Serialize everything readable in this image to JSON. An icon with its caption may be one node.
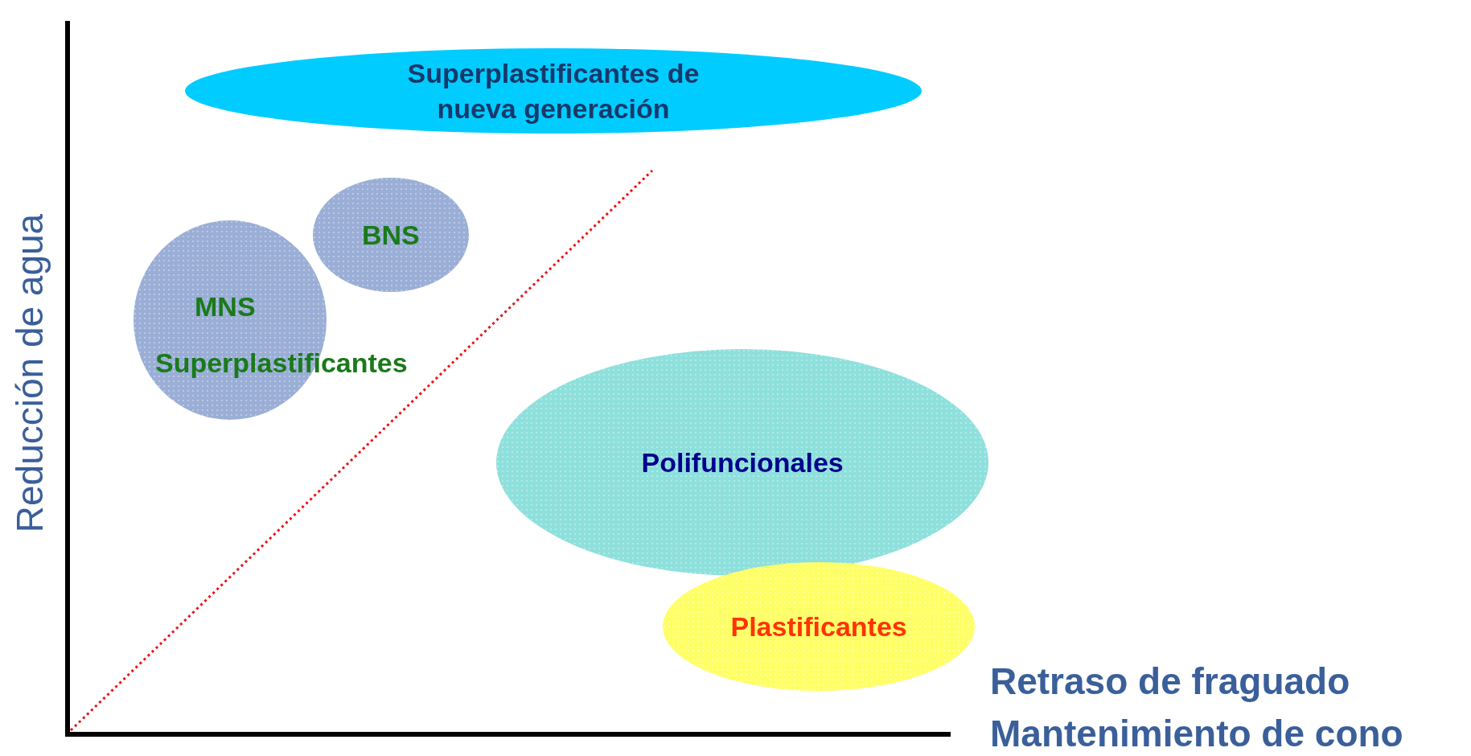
{
  "diagram": {
    "nodes": [
      {
        "text": [
          "Superplastificantes de nueva generación"
        ]
      },
      {
        "text": [
          "BNS"
        ]
      },
      {
        "text": [
          "MNS",
          "Superplastificantes"
        ]
      },
      {
        "text": [
          "Polifuncionales"
        ]
      },
      {
        "text": [
          "Plastificantes"
        ]
      }
    ],
    "labels": [
      "Reducción de agua",
      "Retraso de fraguado",
      "Mantenimiento de cono"
    ]
  }
}
